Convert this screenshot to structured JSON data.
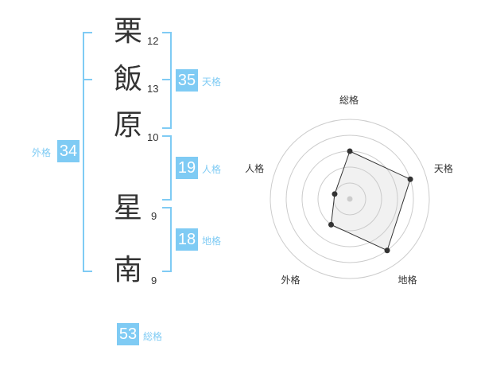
{
  "name_chars": [
    {
      "char": "栗",
      "strokes": "12"
    },
    {
      "char": "飯",
      "strokes": "13"
    },
    {
      "char": "原",
      "strokes": "10"
    },
    {
      "char": "星",
      "strokes": "9"
    },
    {
      "char": "南",
      "strokes": "9"
    }
  ],
  "scores": {
    "tenkaku": {
      "value": "35",
      "label": "天格"
    },
    "jinkaku": {
      "value": "19",
      "label": "人格"
    },
    "chikaku": {
      "value": "18",
      "label": "地格"
    },
    "gaikaku": {
      "value": "34",
      "label": "外格"
    },
    "soukaku": {
      "value": "53",
      "label": "総格"
    }
  },
  "chart_data": {
    "type": "radar",
    "axes": [
      "総格",
      "天格",
      "地格",
      "外格",
      "人格"
    ],
    "values": [
      3,
      4,
      4,
      2,
      1
    ],
    "range": [
      0,
      5
    ],
    "rings": 5
  }
}
